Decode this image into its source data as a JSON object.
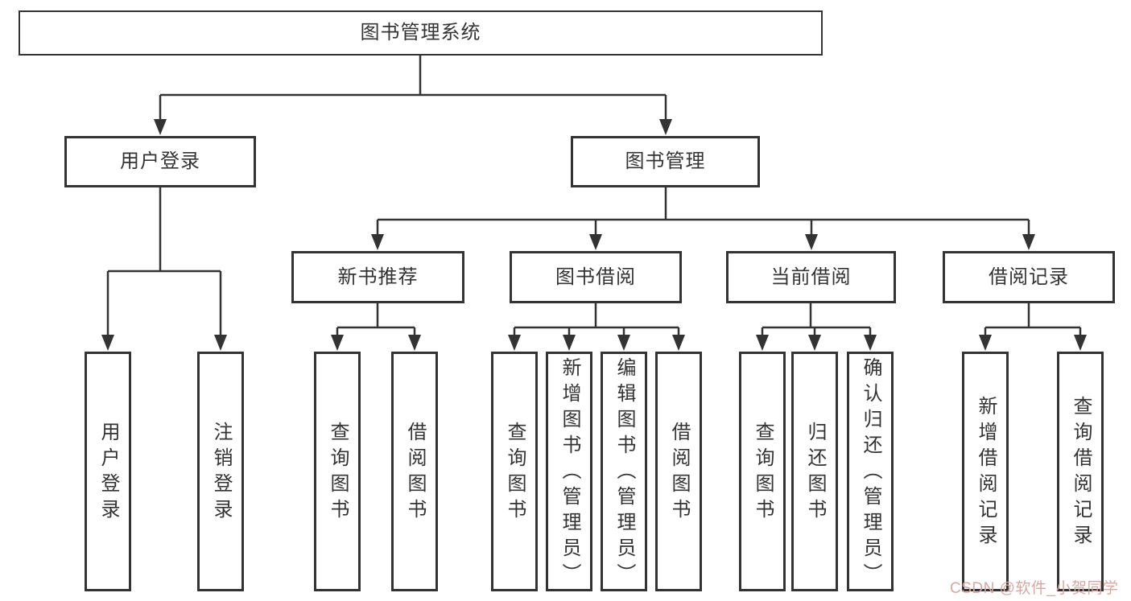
{
  "tree": {
    "root": {
      "label": "图书管理系统"
    },
    "children": [
      {
        "label": "用户登录",
        "children": [
          {
            "label": "用户登录"
          },
          {
            "label": "注销登录"
          }
        ]
      },
      {
        "label": "图书管理",
        "children": [
          {
            "label": "新书推荐",
            "children": [
              {
                "label": "查询图书"
              },
              {
                "label": "借阅图书"
              }
            ]
          },
          {
            "label": "图书借阅",
            "children": [
              {
                "label": "查询图书"
              },
              {
                "label": "新增图书（管理员）"
              },
              {
                "label": "编辑图书（管理员）"
              },
              {
                "label": "借阅图书"
              }
            ]
          },
          {
            "label": "当前借阅",
            "children": [
              {
                "label": "查询图书"
              },
              {
                "label": "归还图书"
              },
              {
                "label": "确认归还（管理员）"
              }
            ]
          },
          {
            "label": "借阅记录",
            "children": [
              {
                "label": "新增借阅记录"
              },
              {
                "label": "查询借阅记录"
              }
            ]
          }
        ]
      }
    ]
  },
  "watermark": {
    "text": "CSDN @软件_小贺同学",
    "color": "#d9a7a3"
  },
  "colors": {
    "line": "#333333",
    "border": "#333333",
    "text": "#333333",
    "background": "#ffffff"
  }
}
